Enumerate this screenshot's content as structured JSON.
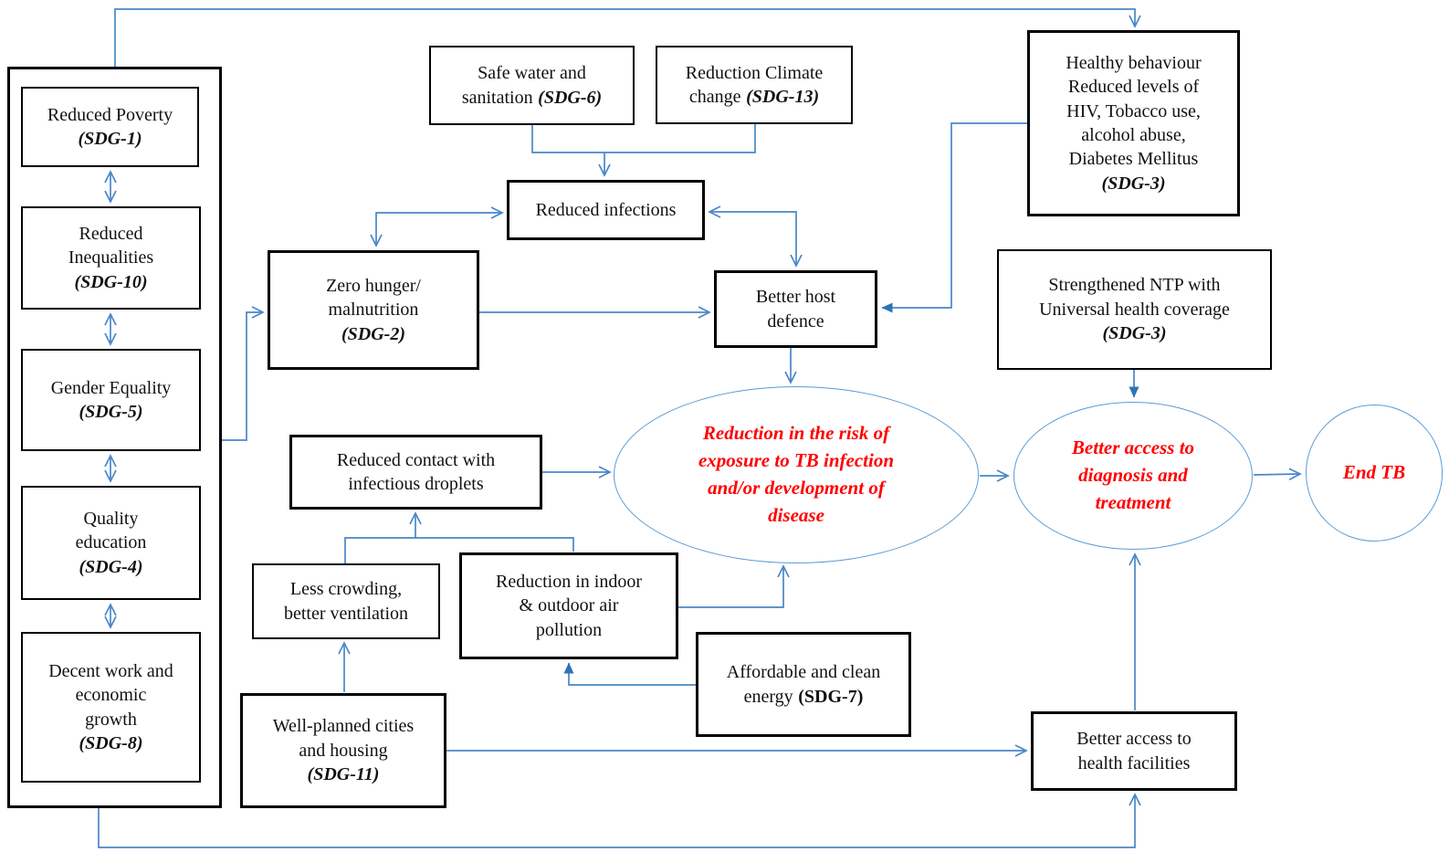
{
  "colors": {
    "line_blue": "#4a86c8",
    "ellipse_blue": "#5b9bd5",
    "solid_arrow_blue": "#2e74b5",
    "outcome_red": "#ff0000",
    "box_border_black": "#000000"
  },
  "nodes": {
    "reduced_poverty": {
      "text": "Reduced Poverty",
      "sdg": "(SDG-1)"
    },
    "reduced_inequalities": {
      "text": "Reduced\nInequalities",
      "sdg": "(SDG-10)"
    },
    "gender_equality": {
      "text": "Gender Equality",
      "sdg": "(SDG-5)"
    },
    "quality_education": {
      "text": "Quality\neducation",
      "sdg": "(SDG-4)"
    },
    "decent_work": {
      "text": "Decent work and\neconomic\ngrowth",
      "sdg": "(SDG-8)"
    },
    "safe_water": {
      "text": "Safe water and\nsanitation",
      "sdg": "(SDG-6)"
    },
    "climate_change": {
      "text": "Reduction Climate\nchange",
      "sdg": "(SDG-13)"
    },
    "reduced_infections": {
      "text": "Reduced infections"
    },
    "zero_hunger": {
      "text": "Zero hunger/\nmalnutrition",
      "sdg": "(SDG-2)"
    },
    "better_host_defence": {
      "text": "Better host\ndefence"
    },
    "healthy_behaviour": {
      "text": "Healthy behaviour\nReduced levels of\nHIV, Tobacco use,\nalcohol abuse,\nDiabetes Mellitus",
      "sdg": "(SDG-3)"
    },
    "strengthened_ntp": {
      "text": "Strengthened NTP with\nUniversal health coverage",
      "sdg": "(SDG-3)"
    },
    "reduced_contact": {
      "text": "Reduced contact with\ninfectious droplets"
    },
    "less_crowding": {
      "text": "Less crowding,\nbetter ventilation"
    },
    "air_pollution": {
      "text": "Reduction in indoor\n& outdoor air\npollution"
    },
    "affordable_energy": {
      "text": "Affordable and clean\nenergy",
      "sdg": "(SDG-7)"
    },
    "well_planned_cities": {
      "text": "Well-planned cities\nand housing",
      "sdg": "(SDG-11)"
    },
    "health_facilities": {
      "text": "Better access to\nhealth facilities"
    }
  },
  "outcomes": {
    "risk_reduction": {
      "text": "Reduction in the risk of\nexposure to TB infection\nand/or development of\ndisease"
    },
    "access_diagnosis": {
      "text": "Better access to\ndiagnosis and\ntreatment"
    },
    "end_tb": {
      "text": "End TB"
    }
  }
}
